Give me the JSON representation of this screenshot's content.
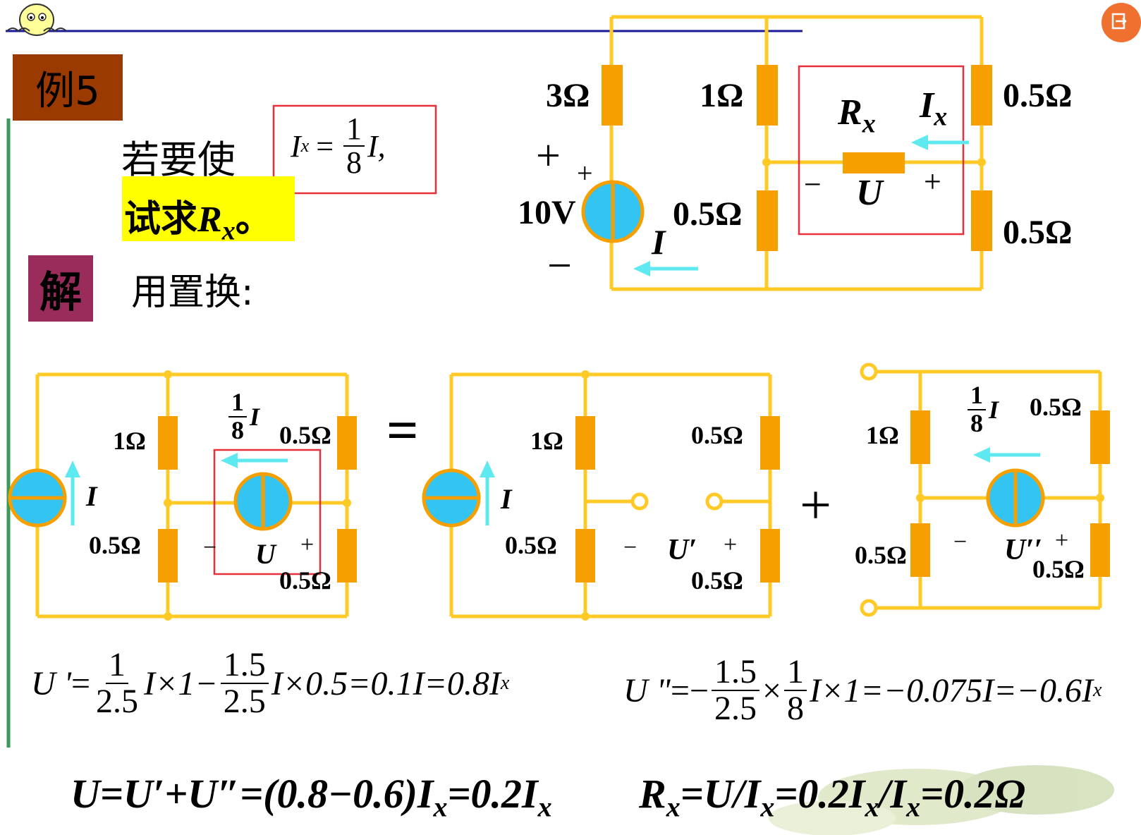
{
  "header": {
    "example_label": "例5",
    "solution_label": "解",
    "method_text": "用置换:"
  },
  "problem": {
    "condition_prefix": "若要使",
    "condition_lhs": "I",
    "condition_lhs_sub": "x",
    "condition_eq": "=",
    "condition_num": "1",
    "condition_den": "8",
    "condition_rhs": "I,",
    "ask_prefix": "试求",
    "ask_var": "R",
    "ask_sub": "x",
    "ask_suffix": "。"
  },
  "main_circuit": {
    "r_3": "3Ω",
    "r_1": "1Ω",
    "r_05_top_right": "0.5Ω",
    "r_05_mid": "0.5Ω",
    "r_05_bottom_right": "0.5Ω",
    "source": "10V",
    "plus_big": "+",
    "plus_small": "+",
    "minus": "−",
    "current_I": "I",
    "rx": "R",
    "rx_sub": "x",
    "ix": "I",
    "ix_sub": "x",
    "u_minus": "−",
    "u_label": "U",
    "u_plus": "+"
  },
  "circuit_a": {
    "r_1": "1Ω",
    "r_05_left": "0.5Ω",
    "r_05_right_top": "0.5Ω",
    "r_05_right_bottom": "0.5Ω",
    "current_I": "I",
    "frac_num": "1",
    "frac_den": "8",
    "frac_var": "I",
    "u_minus": "−",
    "u_label": "U",
    "u_plus": "+"
  },
  "equals": "=",
  "circuit_b": {
    "r_1": "1Ω",
    "r_05_left": "0.5Ω",
    "r_05_right_top": "0.5Ω",
    "r_05_right_bottom": "0.5Ω",
    "current_I": "I",
    "u_minus": "−",
    "u_label": "U′",
    "u_plus": "+"
  },
  "plus_sign": "+",
  "circuit_c": {
    "r_1": "1Ω",
    "r_05_left": "0.5Ω",
    "r_05_right_top": "0.5Ω",
    "r_05_right_bottom": "0.5Ω",
    "frac_num": "1",
    "frac_den": "8",
    "frac_var": "I",
    "u_minus": "−",
    "u_label": "U′′",
    "u_plus": "+"
  },
  "equations": {
    "u1_lhs": "U '",
    "u1_eq": "=",
    "u1_f1_num": "1",
    "u1_f1_den": "2.5",
    "u1_mid": "I×1−",
    "u1_f2_num": "1.5",
    "u1_f2_den": "2.5",
    "u1_tail": "I×0.5=0.1I=0.8I",
    "u1_sub": "x",
    "u2_lhs": "U \"",
    "u2_eq": "=−",
    "u2_f1_num": "1.5",
    "u2_f1_den": "2.5",
    "u2_times": "×",
    "u2_f2_num": "1",
    "u2_f2_den": "8",
    "u2_tail": "I×1=−0.075I=−0.6I",
    "u2_sub": "x",
    "final_u": "U=U′+U″=(0.8−0.6)I",
    "final_u_sub": "x",
    "final_u_tail": "=0.2I",
    "final_u_sub2": "x",
    "final_r": "R",
    "final_r_sub": "x",
    "final_r_mid": "=U/I",
    "final_r_sub2": "x",
    "final_r_mid2": "=0.2I",
    "final_r_sub3": "x",
    "final_r_mid3": "/I",
    "final_r_sub4": "x",
    "final_r_tail": "=0.2Ω"
  },
  "colors": {
    "wire": "#ffc926",
    "resistor": "#f5a000",
    "source_fill": "#33c4f2",
    "source_ring": "#f5a000",
    "arrow": "#5ee8f0",
    "highlight_box": "#e8303a",
    "example_badge": "#9a3a00",
    "solution_badge": "#9a2c5c",
    "yellow_highlight": "#ffff00",
    "header_line": "#1a1a9a",
    "left_bar": "#3a9a5a",
    "corner_icon": "#f07030"
  }
}
